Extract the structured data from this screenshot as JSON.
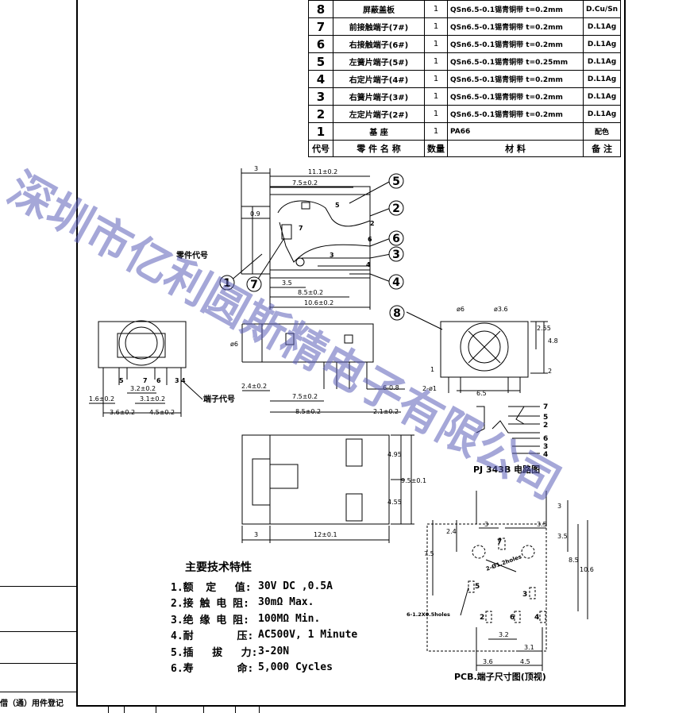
{
  "bom": {
    "rows": [
      {
        "no": "8",
        "name": "屏蔽盖板",
        "qty": "1",
        "material": "QSn6.5-0.1锡青铜带 t=0.2mm",
        "remark": "D.Cu/Sn"
      },
      {
        "no": "7",
        "name": "前接触端子(7#)",
        "qty": "1",
        "material": "QSn6.5-0.1锡青铜带 t=0.2mm",
        "remark": "D.L1Ag"
      },
      {
        "no": "6",
        "name": "右接触端子(6#)",
        "qty": "1",
        "material": "QSn6.5-0.1锡青铜带 t=0.2mm",
        "remark": "D.L1Ag"
      },
      {
        "no": "5",
        "name": "左簧片端子(5#)",
        "qty": "1",
        "material": "QSn6.5-0.1锡青铜带 t=0.25mm",
        "remark": "D.L1Ag"
      },
      {
        "no": "4",
        "name": "右定片端子(4#)",
        "qty": "1",
        "material": "QSn6.5-0.1锡青铜带 t=0.2mm",
        "remark": "D.L1Ag"
      },
      {
        "no": "3",
        "name": "右簧片端子(3#)",
        "qty": "1",
        "material": "QSn6.5-0.1锡青铜带 t=0.2mm",
        "remark": "D.L1Ag"
      },
      {
        "no": "2",
        "name": "左定片端子(2#)",
        "qty": "1",
        "material": "QSn6.5-0.1锡青铜带 t=0.2mm",
        "remark": "D.L1Ag"
      },
      {
        "no": "1",
        "name": "基 座",
        "qty": "1",
        "material": "PA66",
        "remark": "配色"
      }
    ],
    "header": {
      "no": "代号",
      "name": "零 件 名 称",
      "qty": "数量",
      "material": "材 料",
      "remark": "备 注"
    }
  },
  "labels": {
    "part_code": "零件代号",
    "terminal_code": "端子代号",
    "circuit_caption": "PJ 343B 电路图",
    "pcb_caption": "PCB.端子尺寸图(顶视)",
    "holes_2": "2-Ø1.2holes",
    "holes_6": "6-1.2X0.5holes",
    "left_register": "借（通）用件登记"
  },
  "dims": {
    "top_3": "3",
    "top_11": "11.1±0.2",
    "top_75": "7.5±0.2",
    "top_09": "0.9",
    "top_35": "3.5",
    "top_85": "8.5±0.2",
    "top_106": "10.6±0.2",
    "fv_16": "1.6±0.2",
    "fv_32": "3.2±0.2",
    "fv_31": "3.1±0.2",
    "fv_36": "3.6±0.2",
    "fv_45": "4.5±0.2",
    "fv_phi6": "ø6",
    "sv_24": "2.4±0.2",
    "sv_75": "7.5±0.2",
    "sv_85": "8.5±0.2",
    "sv_21": "2.1±0.2",
    "sv_608": "6-0.8",
    "rv_255": "2.55",
    "rv_48": "4.8",
    "rv_2": "2",
    "rv_65": "6.5",
    "rv_2phi1": "2-ø1",
    "rv_phi6": "ø6",
    "rv_phi36": "ø3.6",
    "rv_1": "1",
    "bv_495": "4.95",
    "bv_95": "9.5±0.1",
    "bv_455": "4.55",
    "bv_3": "3",
    "bv_12": "12±0.1",
    "pcb_3a": "3",
    "pcb_35a": "3.5",
    "pcb_3b": "3",
    "pcb_35b": "3.5",
    "pcb_24": "2.4",
    "pcb_75": "7.5",
    "pcb_85": "8.5",
    "pcb_106": "10.6",
    "pcb_32": "3.2",
    "pcb_31": "3.1",
    "pcb_36": "3.6",
    "pcb_45": "4.5"
  },
  "pins": [
    "1",
    "2",
    "3",
    "4",
    "5",
    "6",
    "7",
    "8"
  ],
  "circuit_pins": [
    "7",
    "5",
    "2",
    "6",
    "3",
    "4"
  ],
  "pcb_pins": [
    "7",
    "5",
    "3",
    "2",
    "6",
    "4"
  ],
  "specs": {
    "title": "主要技术特性",
    "items": [
      {
        "label": "1.额  定   值:",
        "value": "30V DC ,0.5A"
      },
      {
        "label": "2.接 触 电 阻:",
        "value": "30mΩ Max."
      },
      {
        "label": "3.绝 缘 电 阻:",
        "value": "100MΩ Min."
      },
      {
        "label": "4.耐       压:",
        "value": "AC500V, 1 Minute"
      },
      {
        "label": "5.插   拔   力:",
        "value": "3-20N"
      },
      {
        "label": "6.寿       命:",
        "value": "5,000 Cycles"
      }
    ]
  },
  "watermark": "深圳市亿利圆斯精电子有限公司",
  "colors": {
    "line": "#000000",
    "watermark": "#5b5fb8"
  }
}
